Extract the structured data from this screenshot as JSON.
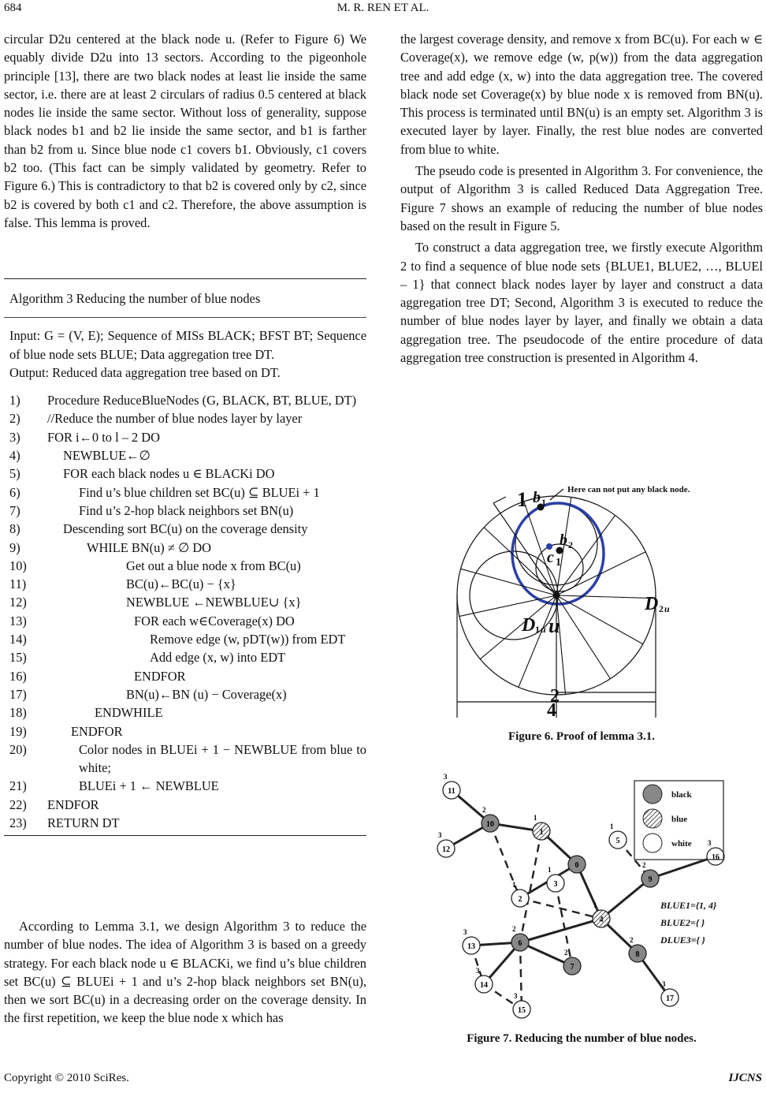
{
  "header": {
    "page_number": "684",
    "authors": "M. R. REN ET AL."
  },
  "left_para1": "circular D2u centered at the black node u. (Refer to Figure 6) We equably divide D2u into 13 sectors. According to the pigeonhole principle [13], there are two black nodes at least lie inside the same sector, i.e. there are at least 2 circulars of radius 0.5 centered at black nodes lie inside the same sector. Without loss of generality, suppose black nodes b1 and b2 lie inside the same sector, and b1 is farther than b2 from u. Since blue node c1 covers b1. Obviously, c1 covers b2 too. (This fact can be simply validated by geometry. Refer to Figure 6.) This is contradictory to that b2 is covered only by c2, since b2 is covered by both c1 and c2. Therefore, the above assumption is false. This lemma is proved.",
  "algorithm": {
    "title": "Algorithm 3 Reducing the number of blue nodes",
    "input": "Input: G = (V, E); Sequence of MISs BLACK; BFST BT; Sequence of blue node sets BLUE; Data aggregation tree DT.",
    "output": "Output: Reduced data aggregation tree based on DT.",
    "lines": [
      {
        "n": "1)",
        "t": "Procedure ReduceBlueNodes (G, BLACK, BT, BLUE, DT)"
      },
      {
        "n": "2)",
        "t": "//Reduce the number of blue nodes layer by layer"
      },
      {
        "n": "3)",
        "t": "FOR i←0 to l – 2 DO"
      },
      {
        "n": "4)",
        "t": "NEWBLUE←∅"
      },
      {
        "n": "5)",
        "t": "FOR each black nodes u ∈ BLACKi DO"
      },
      {
        "n": "6)",
        "t": "Find u’s blue children set BC(u) ⊆ BLUEi + 1"
      },
      {
        "n": "7)",
        "t": "Find u’s 2-hop black neighbors set BN(u)"
      },
      {
        "n": "8)",
        "t": "Descending sort BC(u) on the coverage density"
      },
      {
        "n": "9)",
        "t": "WHILE BN(u) ≠ ∅ DO"
      },
      {
        "n": "10)",
        "t": "Get out a blue node x from BC(u)"
      },
      {
        "n": "11)",
        "t": "BC(u)←BC(u) − {x}"
      },
      {
        "n": "12)",
        "t": "NEWBLUE ←NEWBLUE∪ {x}"
      },
      {
        "n": "13)",
        "t": "FOR each w∈Coverage(x) DO"
      },
      {
        "n": "14)",
        "t": "Remove edge (w, pDT(w)) from EDT"
      },
      {
        "n": "15)",
        "t": "Add edge (x, w) into EDT"
      },
      {
        "n": "16)",
        "t": "ENDFOR"
      },
      {
        "n": "17)",
        "t": "BN(u)←BN (u) − Coverage(x)"
      },
      {
        "n": "18)",
        "t": "ENDWHILE"
      },
      {
        "n": "19)",
        "t": "ENDFOR"
      },
      {
        "n": "20)",
        "t": "Color nodes in BLUEi + 1 − NEWBLUE from blue to white;"
      },
      {
        "n": "21)",
        "t": "BLUEi + 1 ← NEWBLUE"
      },
      {
        "n": "22)",
        "t": "ENDFOR"
      },
      {
        "n": "23)",
        "t": "RETURN DT"
      }
    ]
  },
  "left_para2": "According to Lemma 3.1, we design Algorithm 3 to reduce the number of blue nodes. The idea of Algorithm 3 is based on a greedy strategy. For each black node u ∈ BLACKi, we find u’s blue children set BC(u) ⊆ BLUEi + 1 and u’s 2-hop black neighbors set BN(u), then we sort BC(u) in a decreasing order on the coverage density. In the first repetition, we keep the blue node x which has",
  "right_para1": "the largest coverage density, and remove x from BC(u). For each w ∈ Coverage(x), we remove edge (w, p(w)) from the data aggregation tree and add edge (x, w) into the data aggregation tree. The covered black node set Coverage(x) by blue node x is removed from BN(u). This process is terminated until BN(u) is an empty set. Algorithm 3 is executed layer by layer. Finally, the rest blue nodes are converted from blue to white.",
  "right_para2": "The pseudo code is presented in Algorithm 3. For convenience, the output of Algorithm 3 is called Reduced Data Aggregation Tree. Figure 7 shows an example of reducing the number of blue nodes based on the result in Figure 5.",
  "right_para3": "To construct a data aggregation tree, we firstly execute Algorithm 2 to find a sequence of blue node sets {BLUE1, BLUE2, …, BLUEl – 1} that connect black nodes layer by layer and construct a data aggregation tree DT; Second, Algorithm 3 is executed to reduce the number of blue nodes layer by layer, and finally we obtain a data aggregation tree. The pseudocode of the entire procedure of data aggregation tree construction is presented in Algorithm 4.",
  "figure6": {
    "caption": "Figure 6. Proof of lemma 3.1.",
    "note": "Here can not put any black node.",
    "label_1": "1",
    "label_b1": "b",
    "label_b2": "b",
    "label_c1": "c",
    "label_u": "u",
    "label_D2u": "D",
    "label_D1u": "D",
    "dim_2": "2",
    "dim_4": "4"
  },
  "figure7": {
    "caption": "Figure 7. Reducing the number of blue nodes.",
    "legend": [
      "black",
      "blue",
      "white"
    ],
    "sets": [
      "BLUE1={1, 4}",
      "BLUE2={ }",
      "DLUE3={ }"
    ]
  },
  "footer": {
    "left": "Copyright © 2010 SciRes.",
    "right": "IJCNS"
  }
}
